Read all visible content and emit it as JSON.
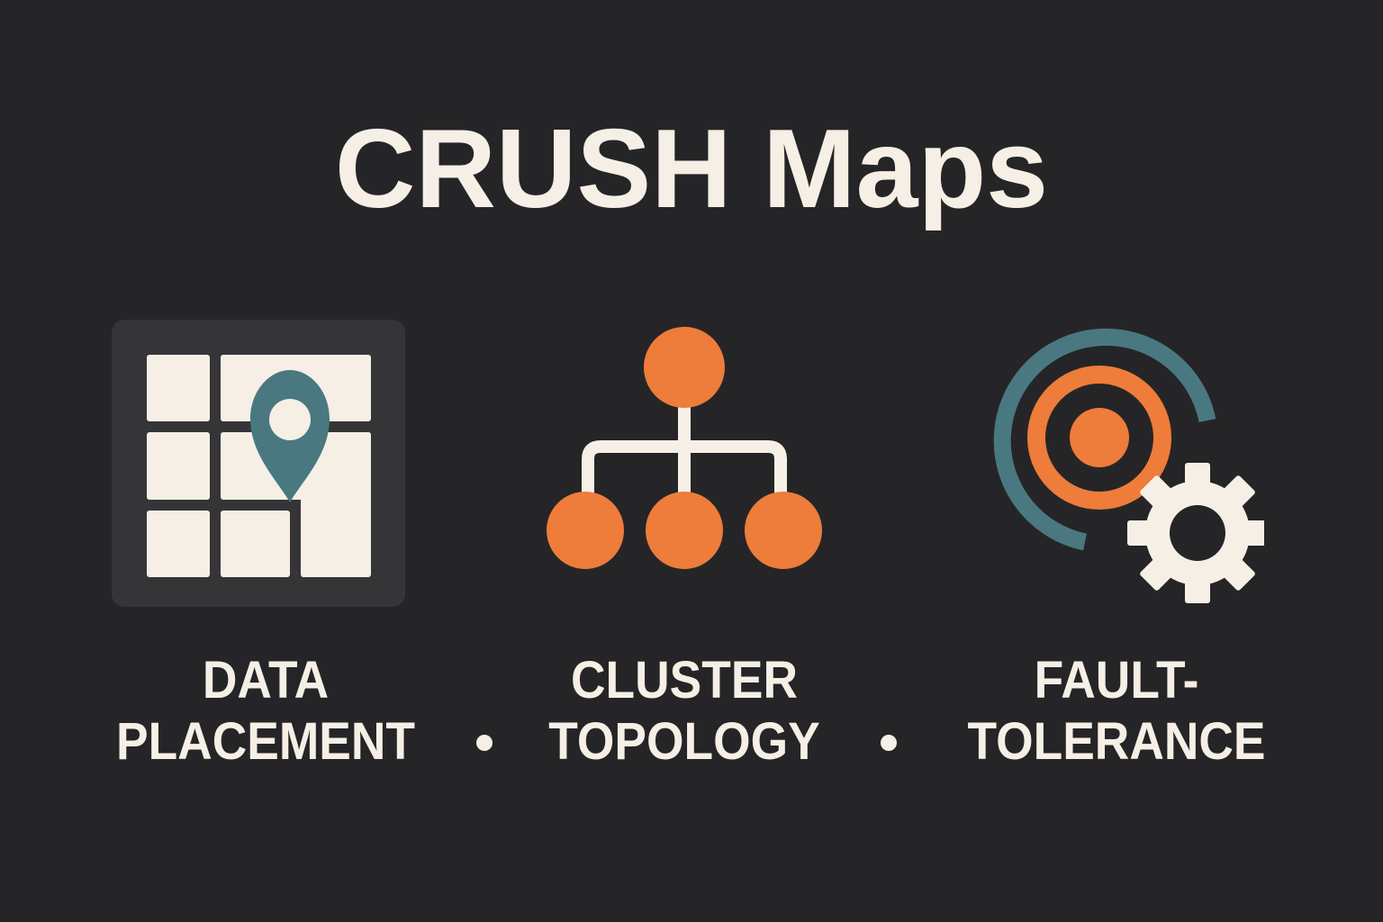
{
  "title": "CRUSH Maps",
  "colors": {
    "background": "#252527",
    "text": "#f5efe5",
    "orange": "#ee7c3b",
    "teal": "#4a7880",
    "panel": "#353538"
  },
  "features": [
    {
      "icon": "map-grid-pin-icon",
      "line1": "DATA",
      "line2": "PLACEMENT"
    },
    {
      "icon": "hierarchy-tree-icon",
      "line1": "CLUSTER",
      "line2": "TOPOLOGY"
    },
    {
      "icon": "target-gear-icon",
      "line1": "FAULT-",
      "line2": "TOLERANCE"
    }
  ],
  "separator": "•"
}
